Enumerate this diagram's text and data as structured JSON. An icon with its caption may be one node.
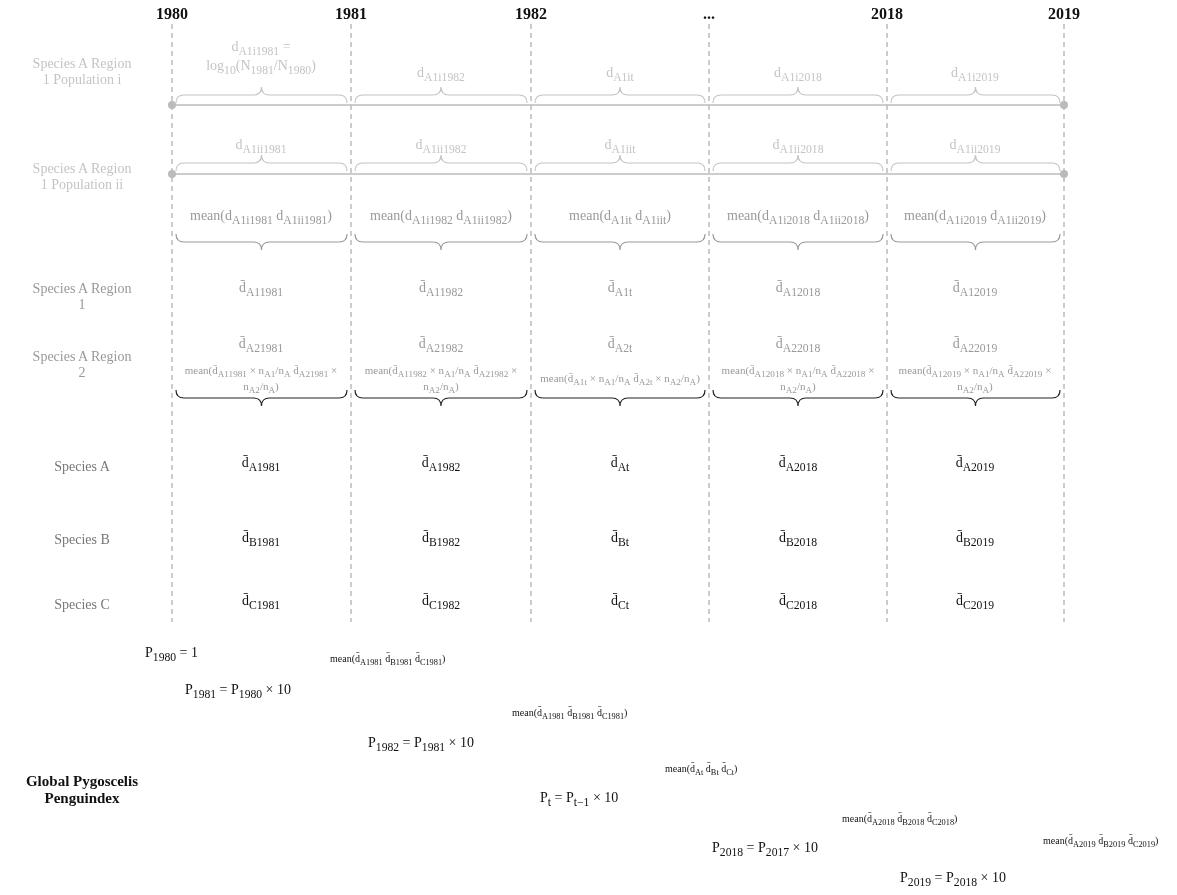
{
  "diagram": {
    "labels": [
      "1980",
      "1981",
      "1982",
      "...",
      "2018",
      "2019",
      "Species A Region 1 Population i",
      "d$_{A1i1981}$ = log$_{10}$(N$_{1981}$/N$_{1980}$)",
      "d$_{A1i1982}$",
      "d$_{A1it}$",
      "d$_{A1i2018}$",
      "d$_{A1i2019}$",
      "Species A Region 1 Population ii",
      "d$_{A1ii1981}$",
      "d$_{A1ii1982}$",
      "d$_{A1iit}$",
      "d$_{A1ii2018}$",
      "d$_{A1ii2019}$",
      "mean(d$_{A1i1981}$ d$_{A1ii1981}$)",
      "mean(d$_{A1i1982}$ d$_{A1ii1982}$)",
      "mean(d$_{A1it}$ d$_{A1iit}$)",
      "mean(d$_{A1i2018}$ d$_{A1ii2018}$)",
      "mean(d$_{A1i2019}$ d$_{A1ii2019}$)",
      "Species A Region 1",
      "d̄$_{A11981}$",
      "d̄$_{A11982}$",
      "d̄$_{A1t}$",
      "d̄$_{A12018}$",
      "d̄$_{A12019}$",
      "Species A Region 2",
      "d̄$_{A21981}$",
      "d̄$_{A21982}$",
      "d̄$_{A2t}$",
      "d̄$_{A22018}$",
      "d̄$_{A22019}$",
      "mean(d̄$_{A11981}$ × n$_{A1}$/n$_{A}$ d̄$_{A21981}$ × n$_{A2}$/n$_{A}$)",
      "mean(d̄$_{A11982}$ × n$_{A1}$/n$_{A}$ d̄$_{A21982}$ × n$_{A2}$/n$_{A}$)",
      "mean(d̄$_{A1t}$ × n$_{A1}$/n$_{A}$ d̄$_{A2t}$ × n$_{A2}$/n$_{A}$)",
      "mean(d̄$_{A12018}$ × n$_{A1}$/n$_{A}$ d̄$_{A22018}$ × n$_{A2}$/n$_{A}$)",
      "mean(d̄$_{A12019}$ × n$_{A1}$/n$_{A}$ d̄$_{A22019}$ × n$_{A2}$/n$_{A}$)",
      "Species A",
      "d̄$_{A1981}$",
      "d̄$_{A1982}$",
      "d̄$_{At}$",
      "d̄$_{A2018}$",
      "d̄$_{A2019}$",
      "Species B",
      "d̄$_{B1981}$",
      "d̄$_{B1982}$",
      "d̄$_{Bt}$",
      "d̄$_{B2018}$",
      "d̄$_{B2019}$",
      "Species C",
      "d̄$_{C1981}$",
      "d̄$_{C1982}$",
      "d̄$_{Ct}$",
      "d̄$_{C2018}$",
      "d̄$_{C2019}$",
      "P$_{1980}$ = 1",
      "P$_{1981}$ = P$_{1980}$ × 10",
      "mean(d̄$_{A1981}$ d̄$_{B1981}$ d̄$_{C1981}$)",
      "P$_{1982}$ = P$_{1981}$ × 10",
      "mean(d̄$_{A1981}$ d̄$_{B1981}$ d̄$_{C1981}$)",
      "P$_{t}$ = P$_{t−1}$ × 10",
      "mean(d̄$_{At}$ d̄$_{Bt}$ d̄$_{Ct}$)",
      "P$_{2018}$ = P$_{2017}$ × 10",
      "mean(d̄$_{A2018}$ d̄$_{B2018}$ d̄$_{C2018}$)",
      "P$_{2019}$ = P$_{2018}$ × 10",
      "mean(d̄$_{A2019}$ d̄$_{B2019}$ d̄$_{C2019}$)",
      "Global Pygoscelis Penguindex"
    ]
  }
}
